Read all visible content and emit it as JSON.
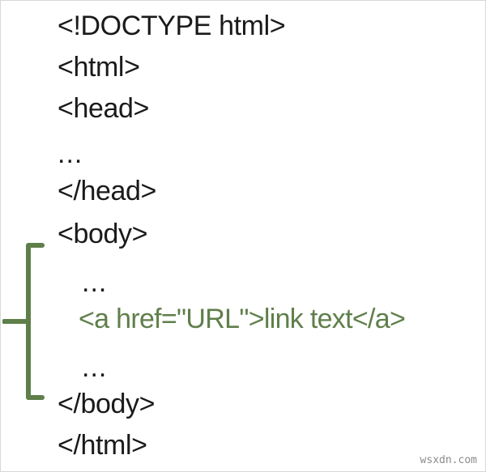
{
  "figure": {
    "kind": "html-code-snippet-diagram",
    "background_color": "#ffffff",
    "text_color": "#1a1a1a",
    "highlight_color": "#5f7f4a",
    "border_color": "#d8d8d8"
  },
  "code": {
    "lines": [
      {
        "text": "<!DOCTYPE html>",
        "indent": 0,
        "highlighted": false
      },
      {
        "text": "<html>",
        "indent": 0,
        "highlighted": false
      },
      {
        "text": "<head>",
        "indent": 0,
        "highlighted": false
      },
      {
        "text": "...",
        "indent": 0,
        "highlighted": false
      },
      {
        "text": "</head>",
        "indent": 0,
        "highlighted": false
      },
      {
        "text": "<body>",
        "indent": 0,
        "highlighted": false
      },
      {
        "text": "...",
        "indent": 1,
        "highlighted": false
      },
      {
        "text": "<a href=\"URL\">link text</a>",
        "indent": 1,
        "highlighted": true
      },
      {
        "text": "...",
        "indent": 1,
        "highlighted": false
      },
      {
        "text": "</body>",
        "indent": 0,
        "highlighted": false
      },
      {
        "text": "</html>",
        "indent": 0,
        "highlighted": false
      }
    ]
  },
  "annotation": {
    "brace": {
      "shape": "curly-brace",
      "color": "#5f7f4a",
      "spans_lines": [
        "<body>",
        "</body>"
      ],
      "points_at": "<a href=\"URL\">link text</a>"
    }
  },
  "watermark": {
    "text": "wsxdn.com"
  }
}
